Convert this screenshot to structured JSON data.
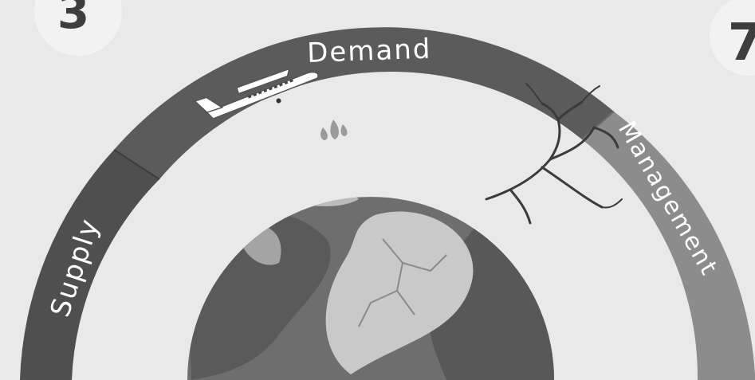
{
  "diagram": {
    "number_left": "3",
    "number_right": "7",
    "segments": [
      {
        "id": "supply",
        "label": "Supply",
        "color": "#4f4f4f"
      },
      {
        "id": "demand",
        "label": "Demand",
        "color": "#5b5b5b"
      },
      {
        "id": "management",
        "label": "Management",
        "color": "#8c8c8c"
      }
    ],
    "colors": {
      "background": "#e9e9e9",
      "globe_ocean": "#6e6e6e",
      "globe_land": "#5a5a5a",
      "dry_land": "#c9c9c9",
      "airplane": "#ffffff",
      "tree": "#3b3b3b"
    },
    "icons": [
      "airplane-icon",
      "water-drop-icon",
      "dead-tree-icon",
      "globe-illustration"
    ]
  }
}
